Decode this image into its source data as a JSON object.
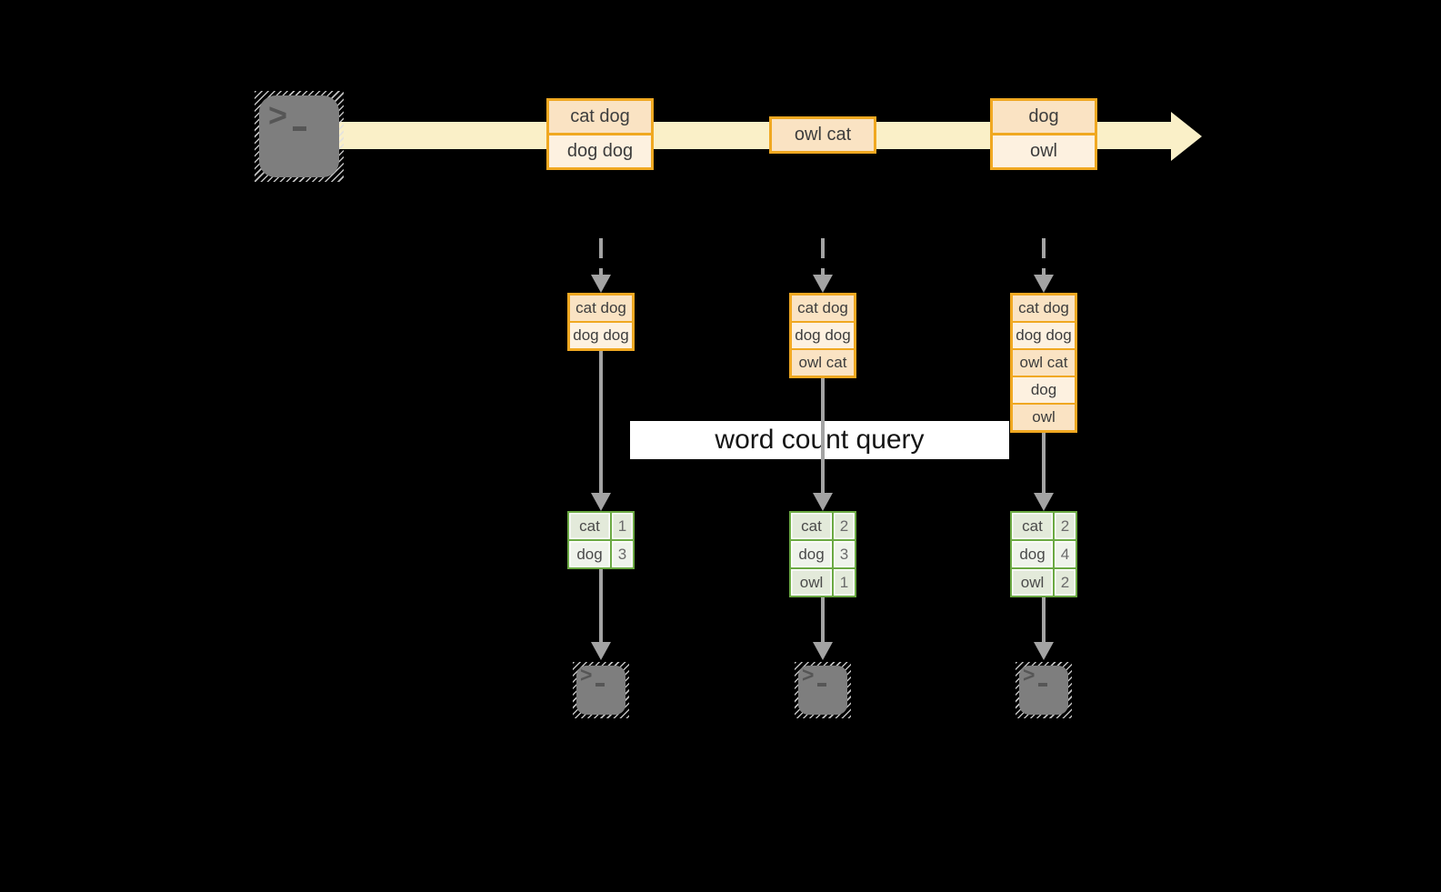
{
  "query_label": "word count query",
  "icons": {
    "terminal_prompt": ">"
  },
  "stream": {
    "batches": [
      {
        "records": [
          "cat dog",
          "dog dog"
        ]
      },
      {
        "records": [
          "owl cat"
        ]
      },
      {
        "records": [
          "dog",
          "owl"
        ]
      }
    ]
  },
  "columns": [
    {
      "state": [
        "cat dog",
        "dog dog"
      ],
      "counts": [
        {
          "word": "cat",
          "count": "1"
        },
        {
          "word": "dog",
          "count": "3"
        }
      ]
    },
    {
      "state": [
        "cat dog",
        "dog dog",
        "owl cat"
      ],
      "counts": [
        {
          "word": "cat",
          "count": "2"
        },
        {
          "word": "dog",
          "count": "3"
        },
        {
          "word": "owl",
          "count": "1"
        }
      ]
    },
    {
      "state": [
        "cat dog",
        "dog dog",
        "owl cat",
        "dog",
        "owl"
      ],
      "counts": [
        {
          "word": "cat",
          "count": "2"
        },
        {
          "word": "dog",
          "count": "4"
        },
        {
          "word": "owl",
          "count": "2"
        }
      ]
    }
  ],
  "colors": {
    "background": "#000000",
    "stream_band": "#FAF0C8",
    "box_border": "#F0A821",
    "box_fill_dark": "#FAE3C3",
    "box_fill_light": "#FDF1E0",
    "table_border": "#6BA943",
    "table_fill_dark": "#E3EADA",
    "table_fill_light": "#EFF3EB",
    "arrow": "#A3A3A3",
    "label_background": "#FFFFFF",
    "terminal_body": "#7E7E7E"
  }
}
